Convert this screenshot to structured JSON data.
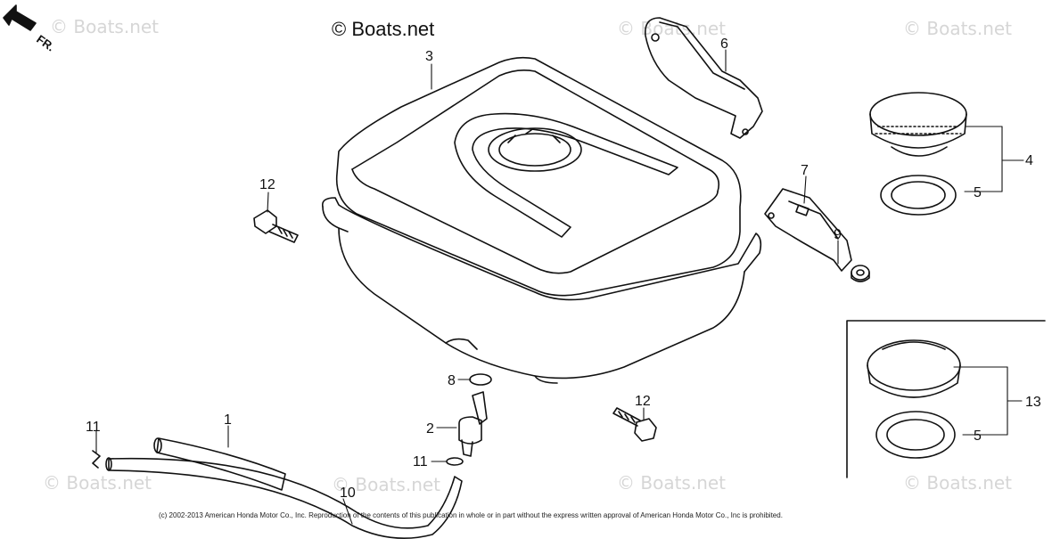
{
  "watermark": {
    "text": "© Boats.net",
    "header_text": "© Boats.net"
  },
  "orientation": {
    "label": "FR."
  },
  "copyright": "(c) 2002-2013 American Honda Motor Co., Inc. Reproduction of the contents of this publication in whole or in part without the express written approval of American Honda Motor Co., Inc is prohibited.",
  "callouts": {
    "c1": "1",
    "c2": "2",
    "c3": "3",
    "c4": "4",
    "c5a": "5",
    "c5b": "5",
    "c6": "6",
    "c7": "7",
    "c8": "8",
    "c9": "9",
    "c10": "10",
    "c11a": "11",
    "c11b": "11",
    "c12a": "12",
    "c12b": "12",
    "c13": "13"
  }
}
